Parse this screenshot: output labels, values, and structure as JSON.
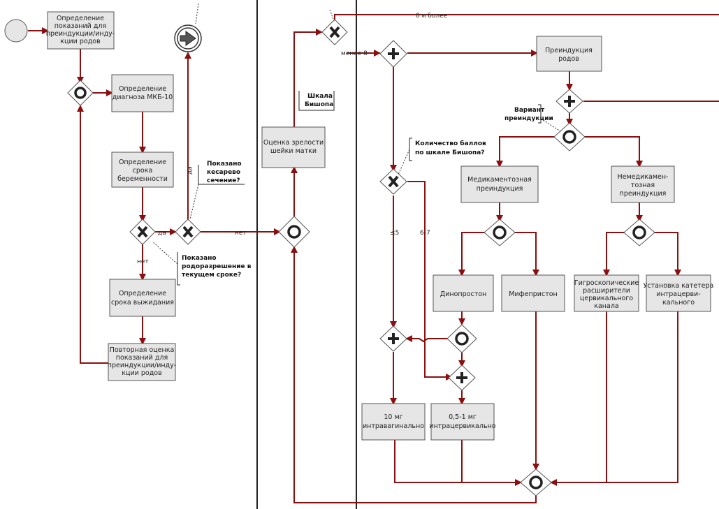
{
  "tasks": {
    "t1": [
      "Определение",
      "показаний для",
      "преиндукции/инду-",
      "кции родов"
    ],
    "t2": [
      "Определение",
      "диагноза МКБ-10"
    ],
    "t3": [
      "Определение",
      "срока",
      "беременности"
    ],
    "t4": [
      "Определение",
      "срока выжидания"
    ],
    "t5": [
      "Повторная оценка",
      "показаний для",
      "преиндукции/инду-",
      "кции родов"
    ],
    "t6": [
      "Оценка зрелости",
      "шейки матки"
    ],
    "t7": [
      "Преиндукция",
      "родов"
    ],
    "t8": [
      "Медикаментозная",
      "преиндукция"
    ],
    "t9": [
      "Немедикамен-",
      "тозная",
      "преиндукция"
    ],
    "t10": [
      "Динопростон"
    ],
    "t11": [
      "Мифепристон"
    ],
    "t12": [
      "Гигроскопические",
      "расширители",
      "цервикального",
      "канала"
    ],
    "t13": [
      "Установка катетера",
      "интрацерви-",
      "кального"
    ],
    "t14": [
      "10 мг",
      "интравагинально"
    ],
    "t15": [
      "0,5-1 мг",
      "интрацервикально"
    ]
  },
  "annotations": {
    "a1": [
      "Показано",
      "кесарево",
      "сечение?"
    ],
    "a2": [
      "Показано",
      "родоразрешение в",
      "текущем сроке?"
    ],
    "a3": [
      "Шкала",
      "Бишопа"
    ],
    "a4": [
      "Количество баллов",
      "по шкале Бишопа?"
    ],
    "a5": [
      "Вариант",
      "преиндукции"
    ]
  },
  "labels": {
    "da1": "да",
    "da2": "да",
    "net1": "нет",
    "net2": "нет",
    "eight_plus": "8 и более",
    "less8": "менее 8",
    "le5": "≤5",
    "r67": "6-7"
  },
  "colors": {
    "flow": "#8b0f0f",
    "task_fill": "#e6e6e6"
  }
}
